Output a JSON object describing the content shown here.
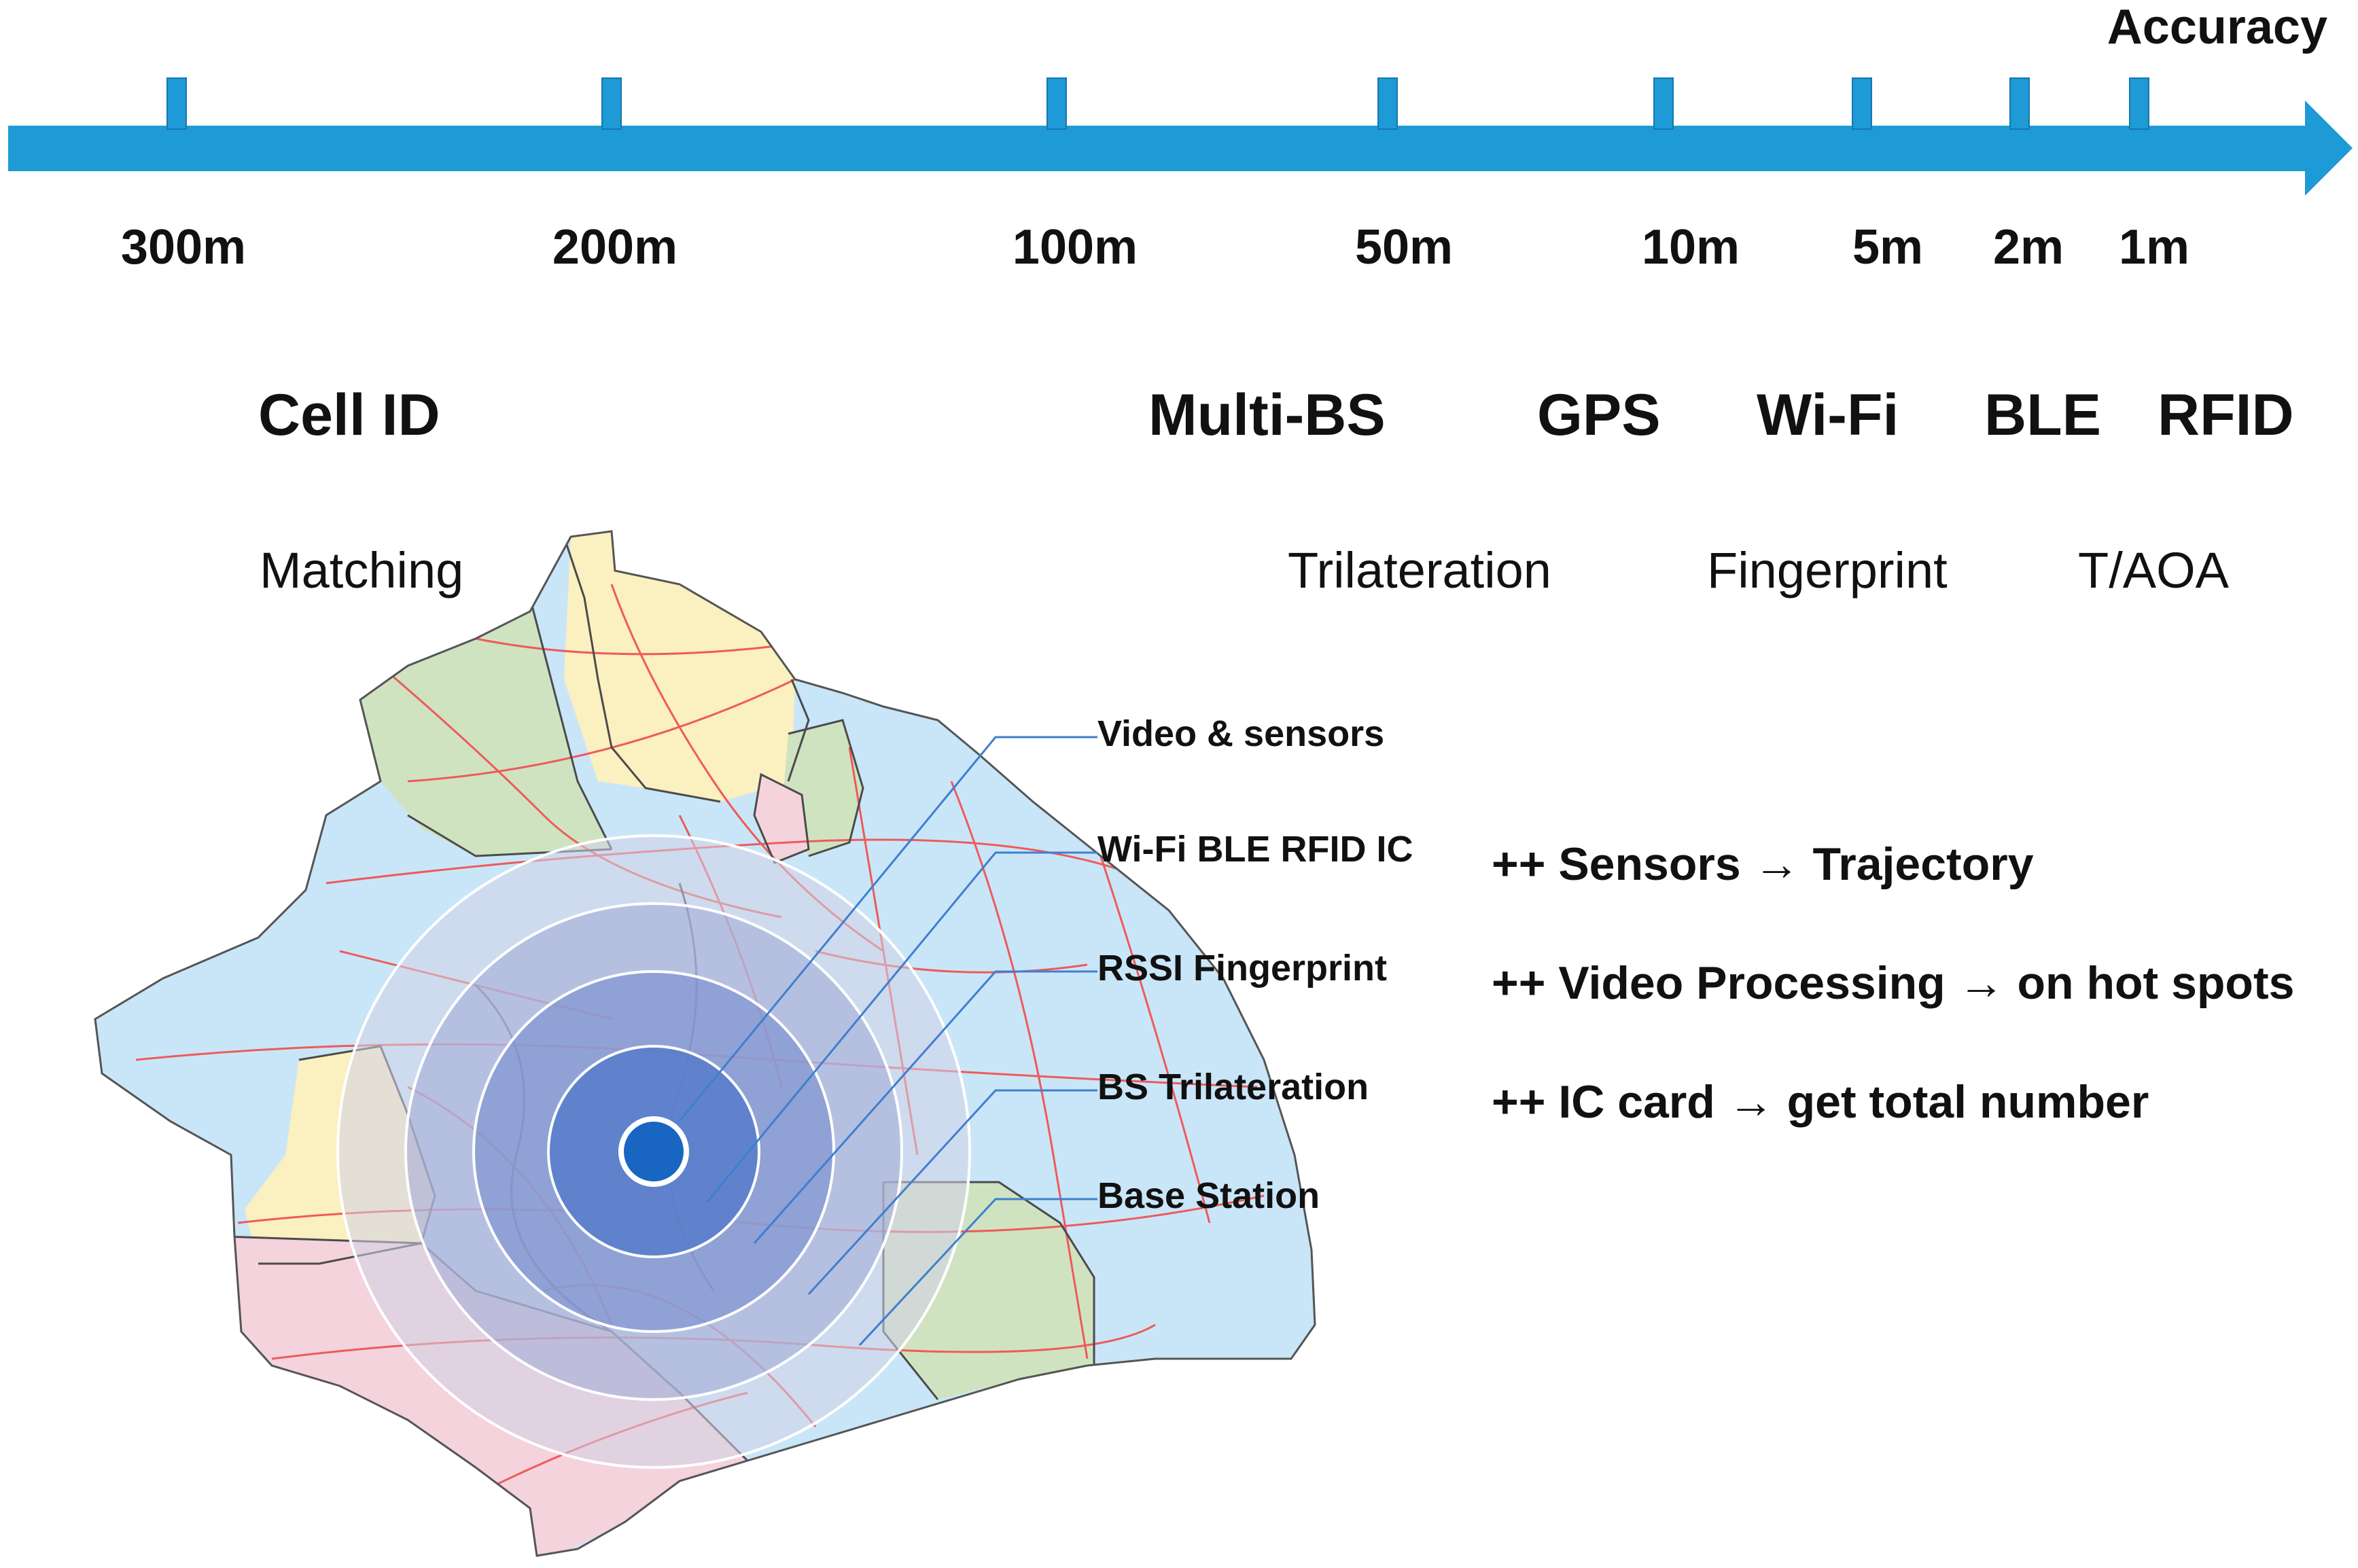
{
  "axis": {
    "label": "Accuracy",
    "color": "#1e9ad6",
    "label_color": "#1f6fa6",
    "ticks": [
      "300m",
      "200m",
      "100m",
      "50m",
      "10m",
      "5m",
      "2m",
      "1m"
    ]
  },
  "technologies": [
    "Cell ID",
    "Multi-BS",
    "GPS",
    "Wi-Fi",
    "BLE",
    "RFID"
  ],
  "methods": [
    "Matching",
    "Trilateration",
    "Fingerprint",
    "T/AOA"
  ],
  "rings": {
    "labels": [
      "Video & sensors",
      "Wi-Fi BLE RFID IC",
      "RSSI Fingerprint",
      "BS Trilateration",
      "Base Station"
    ],
    "line_color": "#3f7fcf",
    "center_color": "#1866c2"
  },
  "notes": [
    {
      "prefix": "++ ",
      "subject": "Sensors",
      "result": "Trajectory"
    },
    {
      "prefix": "++ ",
      "subject": "Video Processing",
      "result": "on hot spots"
    },
    {
      "prefix": "++ ",
      "subject": "IC card",
      "result": "get total number"
    }
  ],
  "map": {
    "region_colors": [
      "#c9e6f8",
      "#cfe3c1",
      "#fbf0bf",
      "#f4d3dc"
    ],
    "road_color": "#ef5a5a"
  }
}
